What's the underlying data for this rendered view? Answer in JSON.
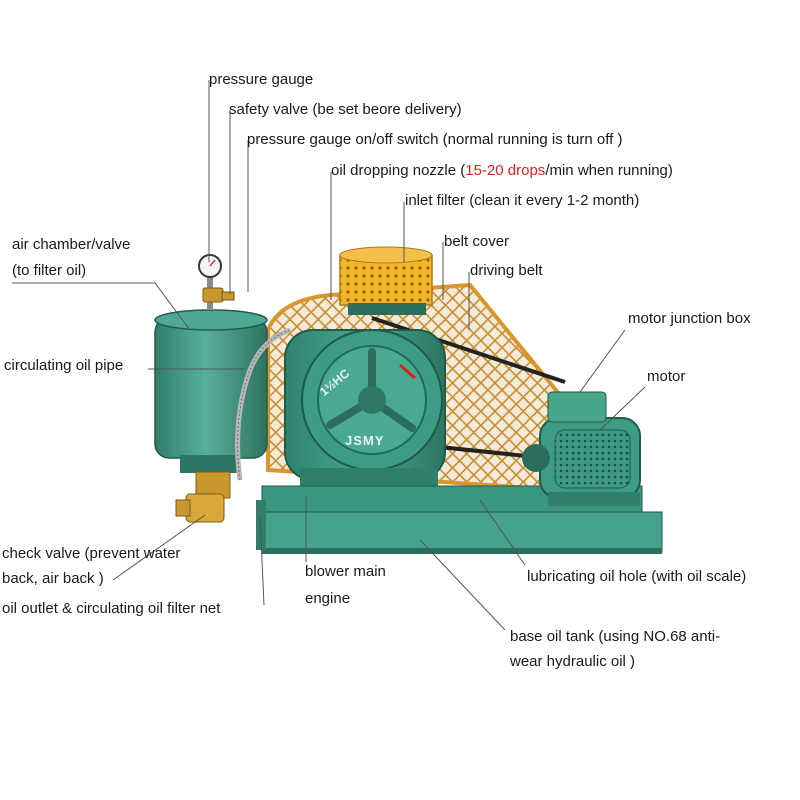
{
  "labels": {
    "pressure_gauge": "pressure gauge",
    "safety_valve": "safety valve (be set beore delivery)",
    "gauge_switch": "pressure gauge on/off switch (normal running is turn off )",
    "oil_nozzle_pre": "oil dropping nozzle (",
    "oil_nozzle_red": "15-20 drops",
    "oil_nozzle_post": "/min when running)",
    "inlet_filter": "inlet filter (clean it every 1-2 month)",
    "belt_cover": "belt cover",
    "driving_belt": "driving belt",
    "air_chamber_1": "air chamber/valve",
    "air_chamber_2": "(to filter oil)",
    "motor_junction_box": "motor junction box",
    "motor": "motor",
    "circulating_oil_pipe": "circulating oil pipe",
    "check_valve_1": "check valve (prevent water",
    "check_valve_2": "back, air back )",
    "oil_outlet": "oil outlet & circulating oil filter net",
    "blower_main_1": "blower main",
    "blower_main_2": "engine",
    "lubricating_hole": "lubricating oil hole (with oil scale)",
    "base_tank_1": "base oil tank (using NO.68 anti-",
    "base_tank_2": "wear hydraulic oil )",
    "machine_badge_top": "1½HC",
    "machine_badge_brand": "JSMY"
  },
  "colors": {
    "machine_green": "#3f9a83",
    "machine_dark": "#2b6e5d",
    "guard_orange": "#d9962c",
    "filter_yellow": "#f2b62a",
    "brass": "#c8972e",
    "leader": "#555555",
    "highlight_red": "#d4261f"
  }
}
